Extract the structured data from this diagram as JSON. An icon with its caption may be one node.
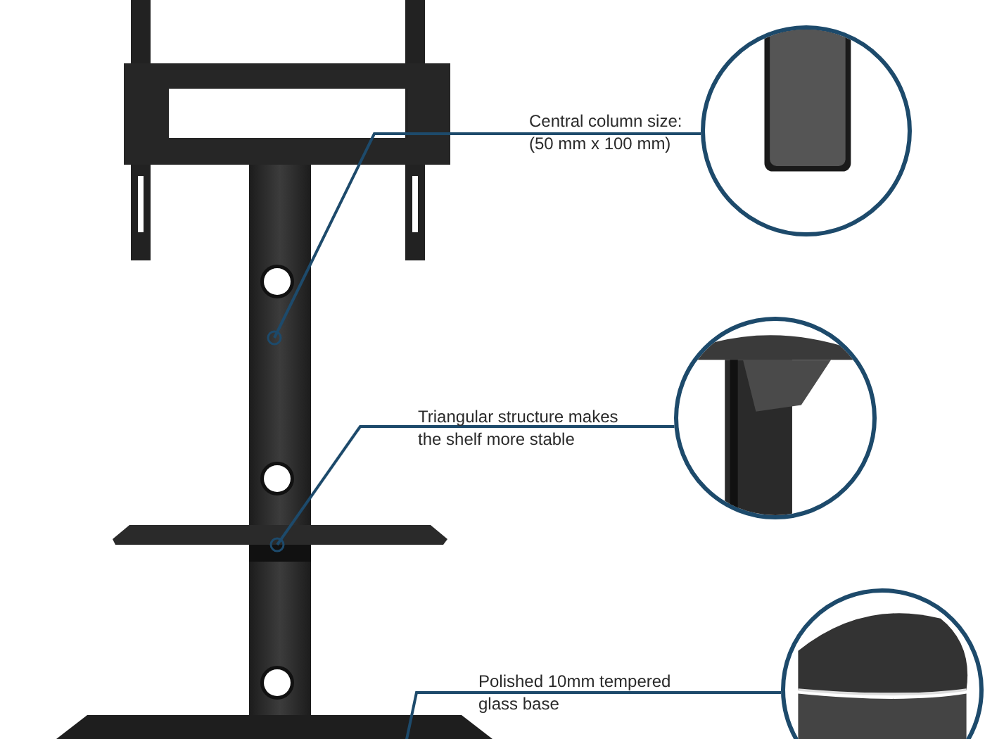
{
  "diagram": {
    "nodes": [
      {
        "text": [],
        "shape": "picture"
      },
      {
        "text": [],
        "shape": "picture"
      },
      {
        "text": [],
        "shape": "picture"
      }
    ],
    "edges": [
      {
        "from": null,
        "to": 0,
        "arrow": "other",
        "label": "Central column size: (50 mm x 100 mm)"
      },
      {
        "from": null,
        "to": 1,
        "arrow": "other",
        "label": "Triangular structure makes the shelf more stable"
      },
      {
        "from": null,
        "to": 2,
        "arrow": "none",
        "label": "Polished 10mm tempered glass base"
      }
    ]
  }
}
